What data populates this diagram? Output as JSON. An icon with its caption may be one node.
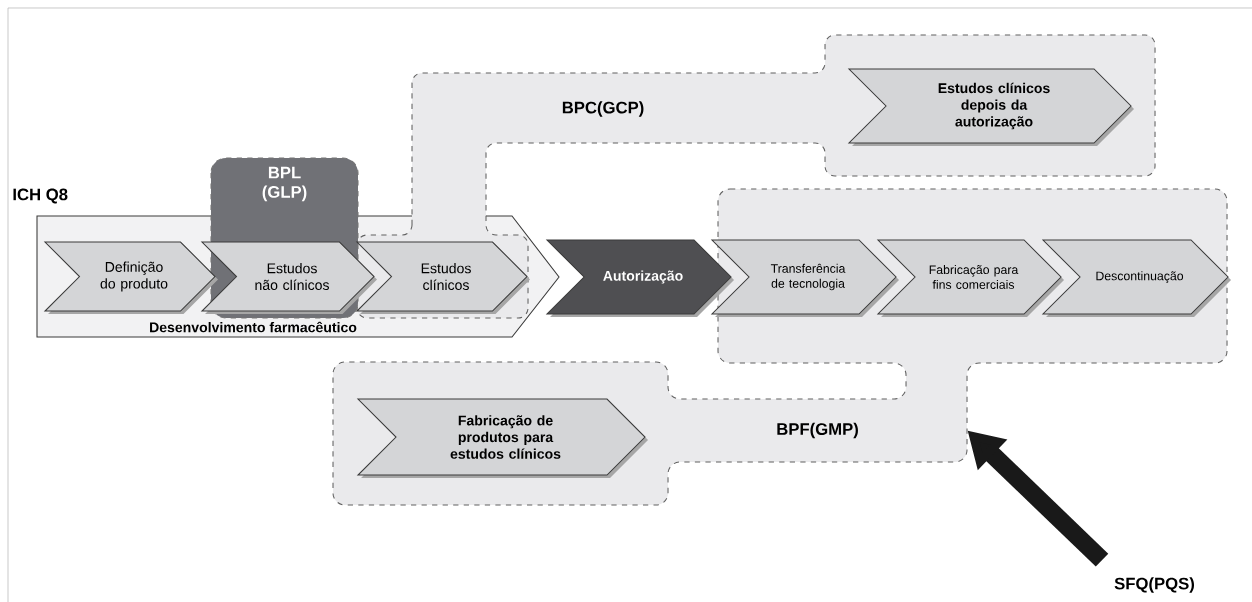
{
  "diagram": {
    "nodes": [
      {
        "text": [
          "BPC(GCP)"
        ]
      },
      {
        "text": [
          "Estudos clínicos depois da autorização"
        ],
        "in": 0
      },
      {
        "text": [
          "BPL (GLP)"
        ]
      },
      {
        "text": [
          "ICH Q8",
          "Desenvolvimento farmacêutico"
        ]
      },
      {
        "text": [
          "Definição do produto"
        ],
        "in": 3
      },
      {
        "text": [
          "Estudos não clínicos"
        ],
        "in": 3
      },
      {
        "text": [
          "Estudos clínicos"
        ]
      },
      {
        "text": [
          "Autorização"
        ]
      },
      {
        "text": [
          "BPF(GMP)"
        ]
      },
      {
        "text": [
          "Transferência de tecnologia"
        ],
        "in": 8
      },
      {
        "text": [
          "Fabricação para fins comerciais"
        ],
        "in": 8
      },
      {
        "text": [
          "Descontinuação"
        ],
        "in": 8
      },
      {
        "text": [
          "Fabricação de produtos para estudos clínicos"
        ],
        "in": 8
      },
      {
        "text": [
          "SFQ(PQS)"
        ]
      }
    ],
    "edges": [
      {
        "from": 13,
        "to": 8,
        "arrow": "to"
      }
    ]
  }
}
